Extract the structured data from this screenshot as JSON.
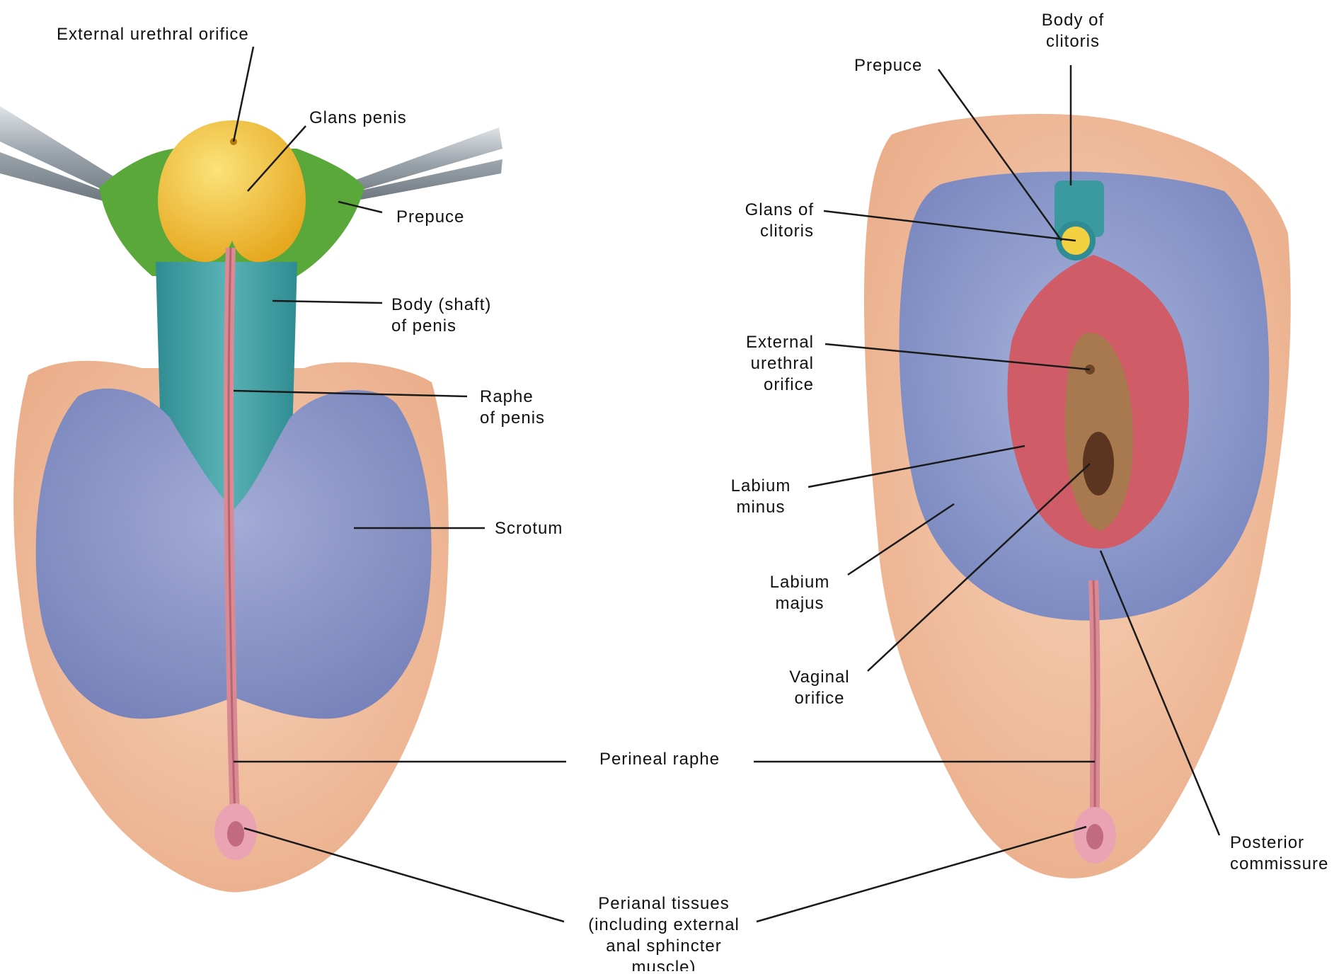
{
  "colors": {
    "skin": "#f1c4a4",
    "skin_dark": "#e2a27e",
    "scrotum": "#8e97c6",
    "shaft": "#3f9ea3",
    "glans": "#f4c437",
    "prepuce_male": "#5ca83a",
    "raphe": "#d98a95",
    "labia_majora": "#8f9dca",
    "labia_minora": "#c95a64",
    "vestibule": "#a8784f",
    "clitoris_body": "#3a9aa0",
    "clitoris_glans": "#f2d040",
    "instrument": "#a6adb4",
    "leader_line": "#1a1a1a"
  },
  "male": {
    "external_urethral_orifice": [
      "External urethral orifice"
    ],
    "glans_penis": [
      "Glans penis"
    ],
    "prepuce": [
      "Prepuce"
    ],
    "body_shaft": [
      "Body (shaft)",
      "of penis"
    ],
    "raphe_of_penis": [
      "Raphe",
      "of penis"
    ],
    "scrotum": [
      "Scrotum"
    ]
  },
  "female": {
    "body_of_clitoris": [
      "Body of",
      "clitoris"
    ],
    "prepuce": [
      "Prepuce"
    ],
    "glans_of_clitoris": [
      "Glans of",
      "clitoris"
    ],
    "external_urethral_orifice": [
      "External",
      "urethral",
      "orifice"
    ],
    "labium_minus": [
      "Labium",
      "minus"
    ],
    "labium_majus": [
      "Labium",
      "majus"
    ],
    "vaginal_orifice": [
      "Vaginal",
      "orifice"
    ],
    "posterior_commissure": [
      "Posterior",
      "commissure"
    ]
  },
  "shared": {
    "perineal_raphe": [
      "Perineal raphe"
    ],
    "perianal_tissues": [
      "Perianal tissues",
      "(including external",
      "anal sphincter",
      "muscle)"
    ]
  }
}
